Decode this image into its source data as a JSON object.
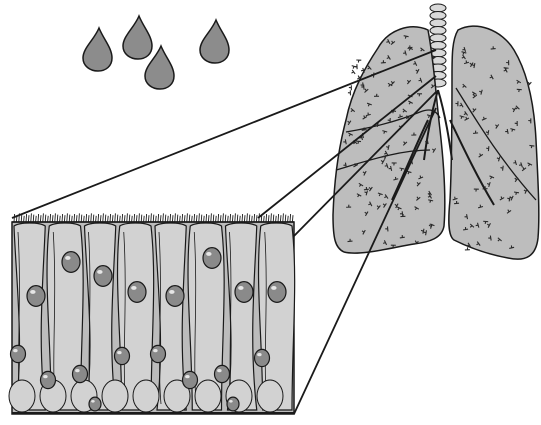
{
  "figure": {
    "subject": "",
    "colors": {
      "background": "#ffffff",
      "outline": "#1a1a1a",
      "drop": "#8c8c8c",
      "lung_fill": "#bdbdbd",
      "lung_lobe": "#a9a9a9",
      "cell_fill": "#d2d2d2",
      "cell_shade": "#bcbcbc",
      "nucleus": "#8a8a8a",
      "nucleus_highlight": "#e6e6e6",
      "alveoli": "#2a2a2a"
    },
    "parts": {
      "droplets": 4,
      "lungs": "lungs-with-trachea",
      "zoom_lines": 4,
      "epithelium_cells": 8
    }
  }
}
